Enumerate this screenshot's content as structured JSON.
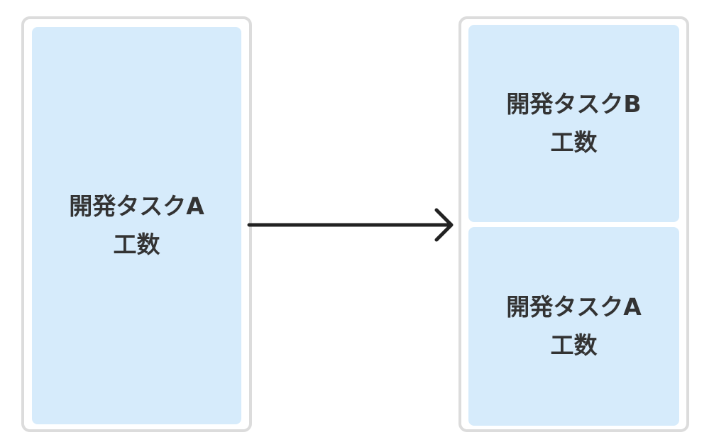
{
  "left": {
    "task": {
      "line1": "開発タスクA",
      "line2": "工数"
    }
  },
  "right": {
    "top_task": {
      "line1": "開発タスクB",
      "line2": "工数"
    },
    "bottom_task": {
      "line1": "開発タスクA",
      "line2": "工数"
    }
  },
  "colors": {
    "block_fill": "#d6ebfb",
    "panel_border": "#dcdcdc",
    "text": "#333333",
    "arrow": "#222222"
  }
}
